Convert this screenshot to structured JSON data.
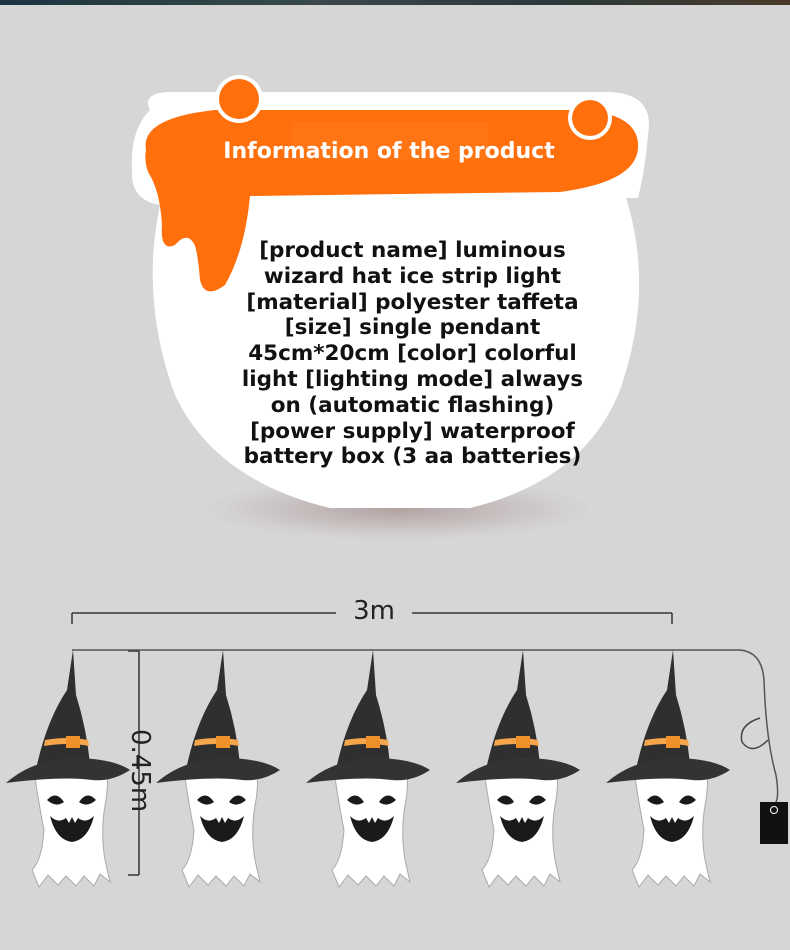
{
  "banner": {
    "title": "Information of the product"
  },
  "product_info": {
    "lines": [
      "[product name] luminous",
      "wizard hat ice strip light",
      "[material] polyester taffeta",
      "[size] single pendant",
      "45cm*20cm [color] colorful",
      "light [lighting mode] always",
      "on (automatic flashing)",
      "[power supply] waterproof",
      "battery box (3 aa batteries)"
    ]
  },
  "dimensions": {
    "length_label": "3m",
    "height_label": "0.45m"
  },
  "lights": {
    "count": 5
  },
  "colors": {
    "background": "#d6d6d6",
    "accent_orange": "#ff6f0b",
    "cauldron_white": "#ffffff",
    "hat_dark": "#2f2f2f",
    "buckle": "#f5a54a",
    "battery_box": "#111111"
  },
  "icons": {
    "cauldron": "cauldron-illustration",
    "light": "wizard-hat-ghost-icon",
    "battery": "battery-box-icon"
  }
}
